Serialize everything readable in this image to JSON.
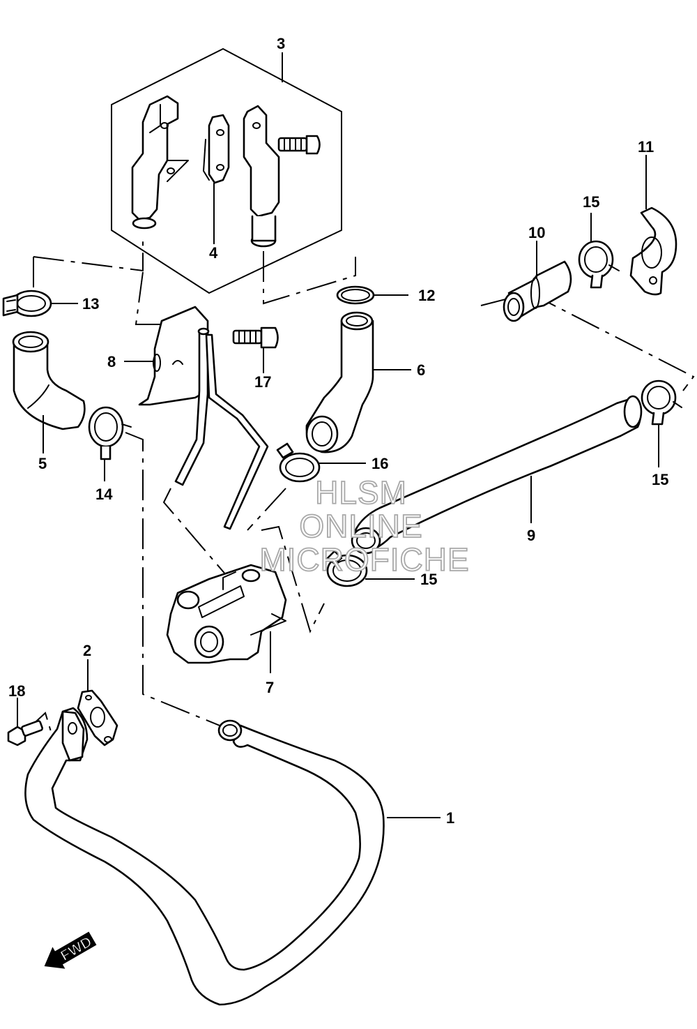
{
  "callouts": {
    "c1": "1",
    "c2": "2",
    "c3": "3",
    "c4": "4",
    "c5": "5",
    "c6": "6",
    "c7": "7",
    "c8": "8",
    "c9": "9",
    "c10": "10",
    "c11": "11",
    "c12": "12",
    "c13": "13",
    "c14": "14",
    "c15a": "15",
    "c15b": "15",
    "c15c": "15",
    "c16": "16",
    "c17": "17",
    "c18": "18"
  },
  "watermark": {
    "line1": "HLSM",
    "line2": "ONLINE",
    "line3": "MICROFICHE",
    "color": "#a8a8a8"
  },
  "direction_badge": {
    "label": "FWD",
    "icon": "forward-arrow-icon"
  },
  "colors": {
    "line": "#000000",
    "background": "#ffffff"
  }
}
